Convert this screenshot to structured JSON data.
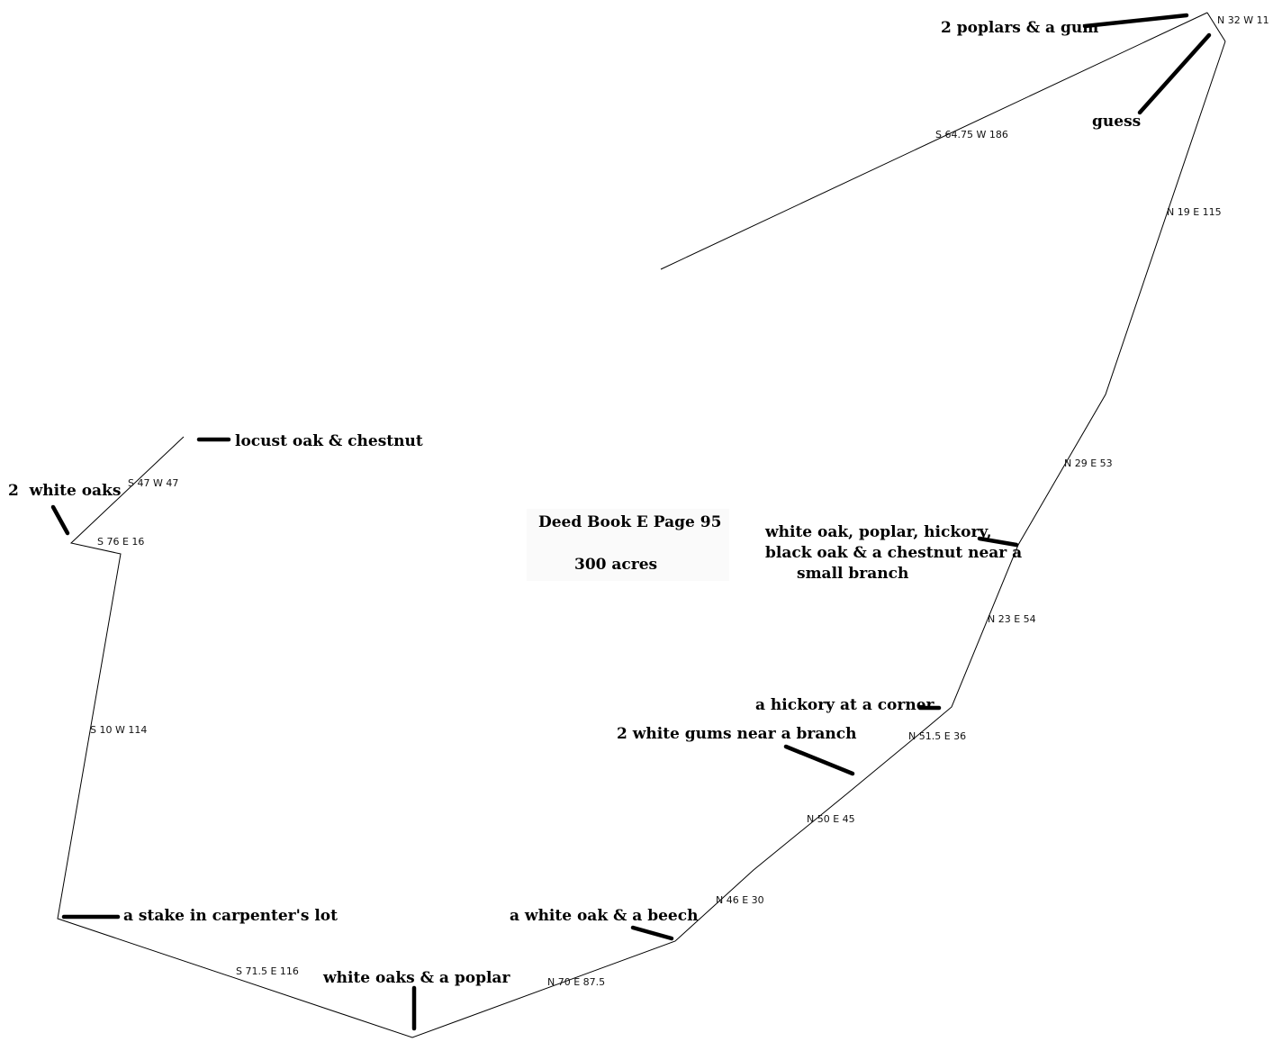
{
  "title": {
    "line1": "Deed Book E Page 95",
    "line2": "300 acres"
  },
  "calls": {
    "c1": "S 64.75 W 186",
    "c2": "N 32 W 11",
    "c3": "N 19 E 115",
    "c4": "N 29 E 53",
    "c5": "N 23 E 54",
    "c6": "N 51.5 E 36",
    "c7": "N 50 E 45",
    "c8": "N 46 E 30",
    "c9": "N 70 E 87.5",
    "c10": "S 71.5 E 116",
    "c11": "S 10 W 114",
    "c12": "S 76 E 16",
    "c13": "S 47 W 47"
  },
  "corners": {
    "n1": "2 poplars & a gum",
    "n2": "guess",
    "n3_l1": "white oak, poplar, hickory,",
    "n3_l2": "black oak & a chestnut near a",
    "n3_l3": "small branch",
    "n4": "a hickory at a corner",
    "n5": "2 white gums near a branch",
    "n6": "a white oak & a beech",
    "n7": "white oaks & a poplar",
    "n8": "a stake in carpenter's lot",
    "n9": "2  white oaks",
    "n10": "locust oak & chestnut"
  }
}
